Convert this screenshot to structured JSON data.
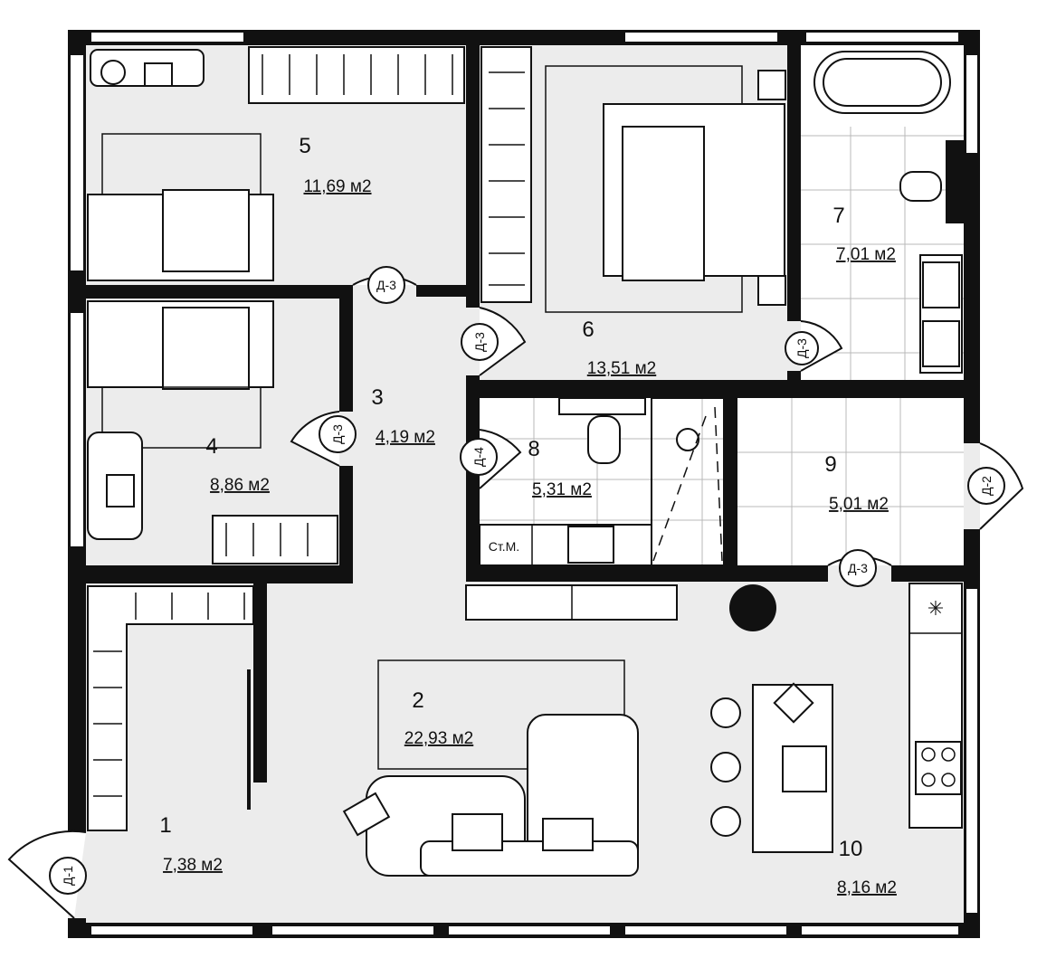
{
  "plan": {
    "rooms": [
      {
        "id": "1",
        "number": "1",
        "area": "7,38 м2"
      },
      {
        "id": "2",
        "number": "2",
        "area": "22,93 м2"
      },
      {
        "id": "3",
        "number": "3",
        "area": "4,19 м2"
      },
      {
        "id": "4",
        "number": "4",
        "area": "8,86 м2"
      },
      {
        "id": "5",
        "number": "5",
        "area": "11,69 м2"
      },
      {
        "id": "6",
        "number": "6",
        "area": "13,51 м2"
      },
      {
        "id": "7",
        "number": "7",
        "area": "7,01 м2"
      },
      {
        "id": "8",
        "number": "8",
        "area": "5,31 м2"
      },
      {
        "id": "9",
        "number": "9",
        "area": "5,01 м2"
      },
      {
        "id": "10",
        "number": "10",
        "area": "8,16 м2"
      }
    ],
    "doors": [
      "Д-3",
      "Д-3",
      "Д-3",
      "Д-3",
      "Д-4",
      "Д-2",
      "Д-3",
      "Д-1"
    ],
    "washer_label": "Ст.М.",
    "colors": {
      "wall": "#111111",
      "floor": "#ececec",
      "tile_floor": "#ffffff"
    }
  }
}
